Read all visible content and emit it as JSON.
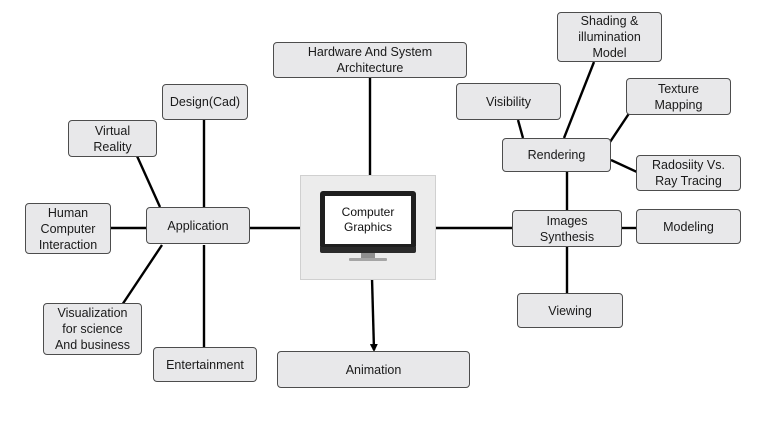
{
  "center": {
    "label": "Computer\nGraphics"
  },
  "nodes": {
    "hardware": "Hardware And System\nArchitecture",
    "design_cad": "Design(Cad)",
    "virtual_reality": "Virtual\nReality",
    "human_computer_interaction": "Human\nComputer\nInteraction",
    "application": "Application",
    "visualization": "Visualization\nfor science\nAnd business",
    "entertainment": "Entertainment",
    "animation": "Animation",
    "visibility": "Visibility",
    "shading": "Shading &\nillumination\nModel",
    "texture_mapping": "Texture\nMapping",
    "rendering": "Rendering",
    "radiosity": "Radosiity Vs.\nRay Tracing",
    "images_synthesis": "Images\nSynthesis",
    "modeling": "Modeling",
    "viewing": "Viewing"
  },
  "colors": {
    "node_fill": "#e8e8ea",
    "node_border": "#4d4d4d",
    "connector": "#000000",
    "monitor_frame": "#1f1f1f"
  }
}
